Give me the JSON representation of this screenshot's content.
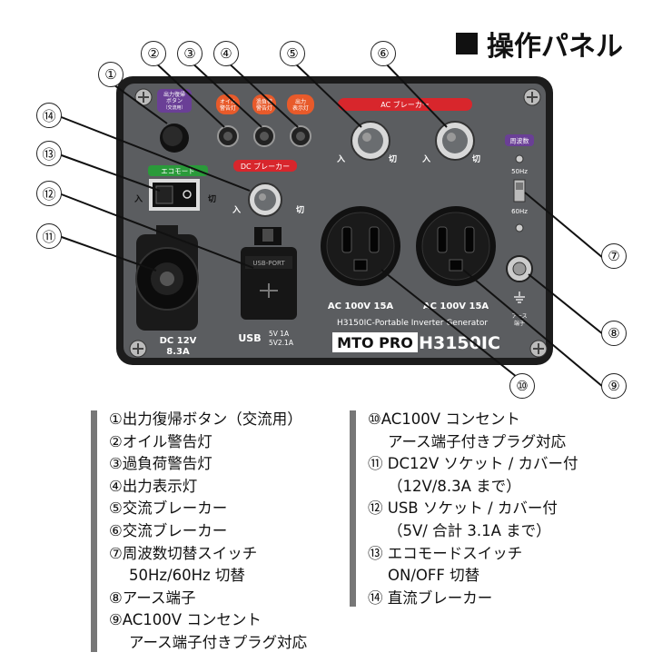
{
  "title": "操作パネル",
  "panel": {
    "output_reset_label": "出力復帰\nボタン\n（交流用）",
    "oil_label": "オイル\n警告灯",
    "overload_label": "過負荷\n警告灯",
    "output_label": "出力\n表示灯",
    "ac_breaker_label": "AC ブレーカー",
    "dc_breaker_label": "DC ブレーカー",
    "eco_label": "エコモード",
    "on_label": "入",
    "off_label": "切",
    "freq_label": "周波数",
    "freq_50": "50Hz",
    "freq_60": "60Hz",
    "earth_label": "アース\n端子",
    "ac_rating_1": "AC 100V 15A",
    "ac_rating_2": "AC 100V 15A",
    "model_line": "H3150IC-Portable Inverter Generator",
    "brand": "MTO PRO",
    "model": "H3150IC",
    "usb_label": "USB",
    "usb_rating": "5V 1A\n5V2.1A",
    "dc_rating": "DC 12V\n8.3A",
    "usb_cover_text": "USB-PORT"
  },
  "callouts": [
    "①",
    "②",
    "③",
    "④",
    "⑤",
    "⑥",
    "⑦",
    "⑧",
    "⑨",
    "⑩",
    "⑪",
    "⑫",
    "⑬",
    "⑭"
  ],
  "legend_left": [
    {
      "text": "①出力復帰ボタン（交流用）"
    },
    {
      "text": "②オイル警告灯"
    },
    {
      "text": "③過負荷警告灯"
    },
    {
      "text": "④出力表示灯"
    },
    {
      "text": "⑤交流ブレーカー"
    },
    {
      "text": "⑥交流ブレーカー"
    },
    {
      "text": "⑦周波数切替スイッチ",
      "cont": "50Hz/60Hz 切替"
    },
    {
      "text": "⑧アース端子"
    },
    {
      "text": "⑨AC100V コンセント",
      "cont": "アース端子付きプラグ対応"
    }
  ],
  "legend_right": [
    {
      "text": "⑩AC100V コンセント",
      "cont": "アース端子付きプラグ対応"
    },
    {
      "text": "⑪ DC12V ソケット / カバー付",
      "cont": "（12V/8.3A まで）"
    },
    {
      "text": "⑫ USB ソケット / カバー付",
      "cont": "（5V/ 合計 3.1A まで）"
    },
    {
      "text": "⑬ エコモードスイッチ",
      "cont": "ON/OFF 切替"
    },
    {
      "text": "⑭ 直流ブレーカー"
    }
  ],
  "colors": {
    "panel": "#5b5d60",
    "frame": "#1c1c1c",
    "orange_badge": "#e85a2a",
    "purple_badge": "#6a3f96",
    "red_badge": "#d8262c",
    "green_badge": "#2a9a3a",
    "legend_bar": "#777777"
  }
}
